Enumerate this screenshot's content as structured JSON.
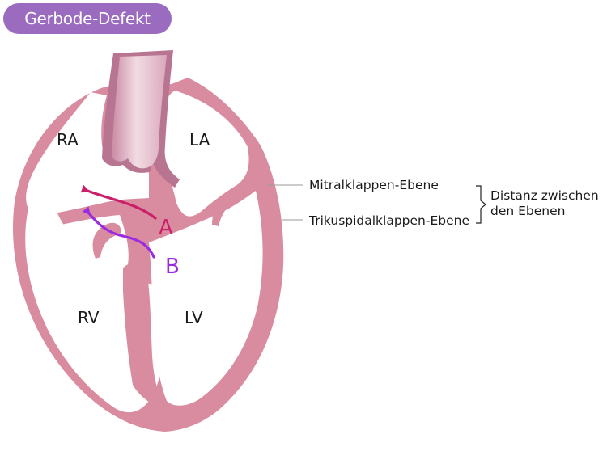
{
  "title": "Gerbode-Defekt",
  "chambers": {
    "ra": "RA",
    "la": "LA",
    "rv": "RV",
    "lv": "LV"
  },
  "arrows": {
    "a": {
      "label": "A",
      "color": "#cc1f6a"
    },
    "b": {
      "label": "B",
      "color": "#9a2be0"
    }
  },
  "levels": {
    "mitral": "Mitralklappen-Ebene",
    "tricuspid": "Trikuspidalklappen-Ebene",
    "distance_line1": "Distanz zwischen",
    "distance_line2": "den Ebenen"
  },
  "colors": {
    "heart_wall": "#d98c9f",
    "aorta_outline": "#b87592",
    "aorta_fill": "#ebc7d2",
    "title_bg": "#9b6bc0"
  }
}
